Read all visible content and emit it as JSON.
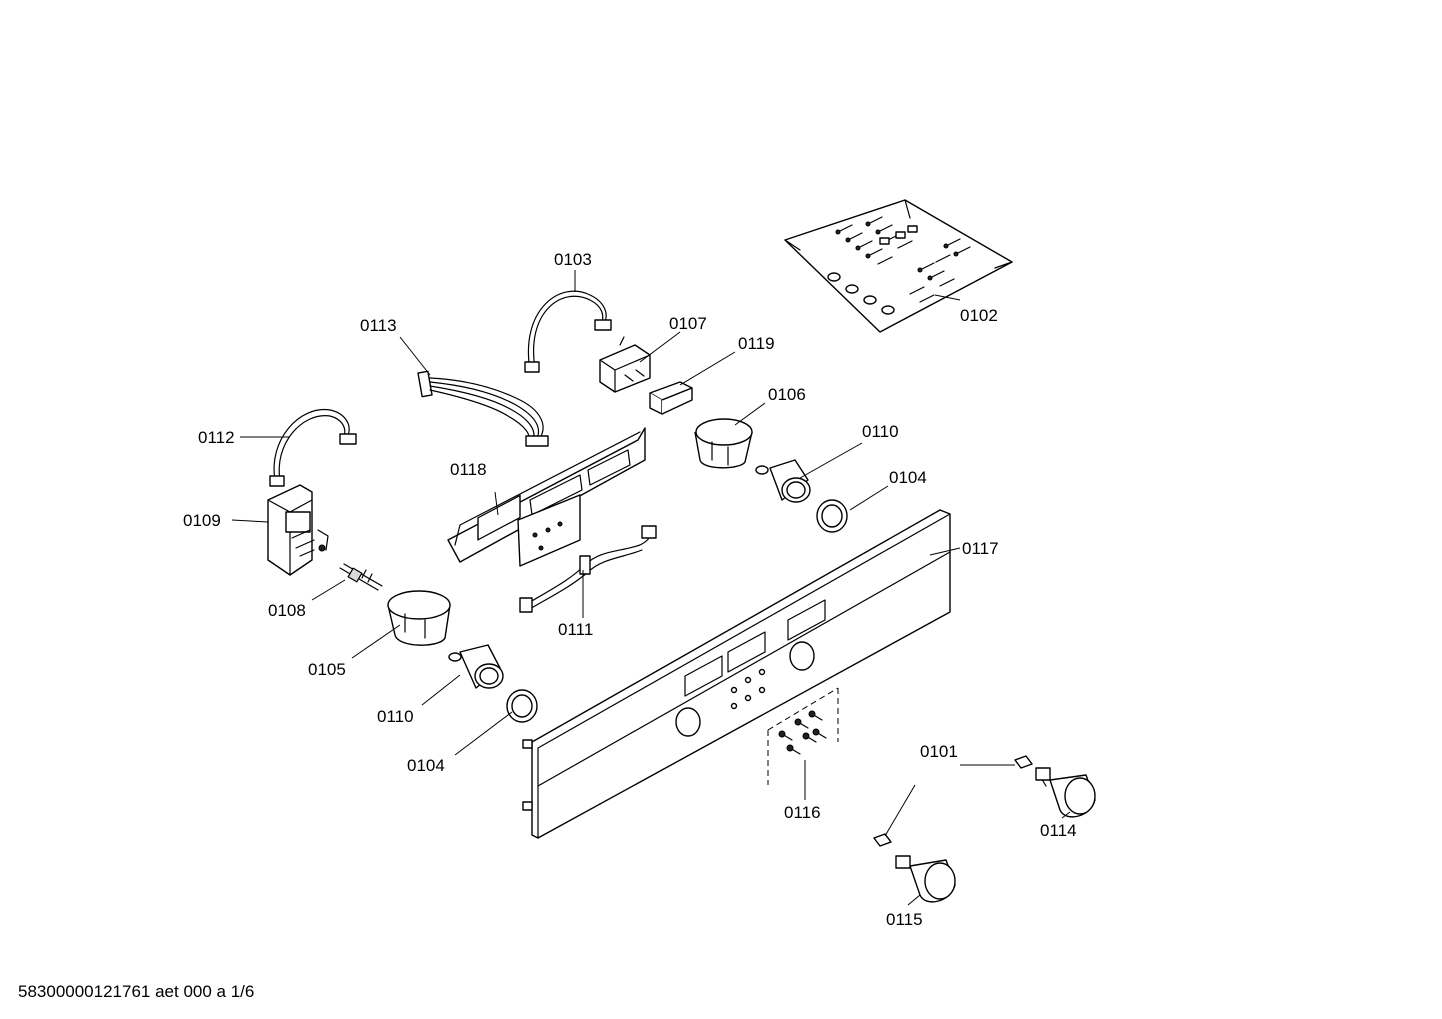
{
  "document_code": "58300000121761 aet 000 a 1/6",
  "parts": {
    "p0101": "0101",
    "p0102": "0102",
    "p0103": "0103",
    "p0104a": "0104",
    "p0104b": "0104",
    "p0105": "0105",
    "p0106": "0106",
    "p0107": "0107",
    "p0108": "0108",
    "p0109": "0109",
    "p0110a": "0110",
    "p0110b": "0110",
    "p0111": "0111",
    "p0112": "0112",
    "p0113": "0113",
    "p0114": "0114",
    "p0115": "0115",
    "p0116": "0116",
    "p0117": "0117",
    "p0118": "0118",
    "p0119": "0119"
  }
}
